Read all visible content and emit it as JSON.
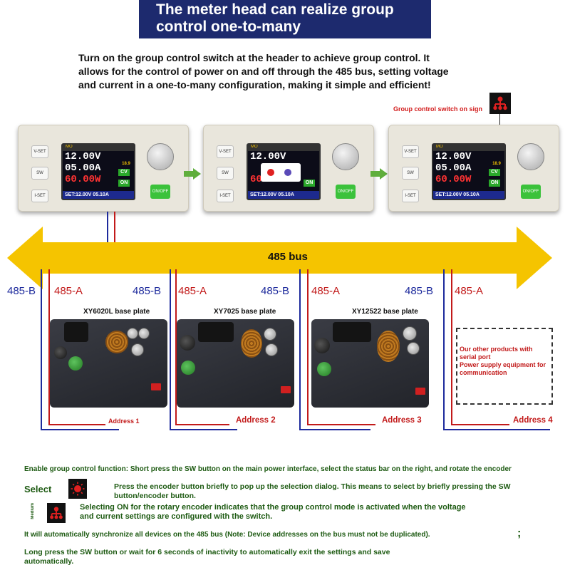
{
  "header": {
    "title_line1": "The meter head can realize group",
    "title_line2": "control one-to-many"
  },
  "intro": {
    "line1": "Turn on the group control switch at the header to achieve group control. It",
    "line2": "allows for the control of power on and off through the 485 bus, setting voltage",
    "line3": "and current in a one-to-many configuration, making it simple and efficient!"
  },
  "switch_caption": "Group control switch on sign",
  "meters": [
    {
      "buttons": [
        "V-SET",
        "SW",
        "I-SET"
      ],
      "top": "MO",
      "v": "12.00V",
      "a": "05.00A",
      "w": "60.00W",
      "cv": "CV",
      "on": "ON",
      "set": "SET:12.00V 05.10A",
      "onoff": "ON/OFF",
      "temp": "18.9"
    },
    {
      "buttons": [
        "V-SET",
        "SW",
        "I-SET"
      ],
      "top": "MO",
      "v": "12.00V",
      "a": "",
      "w": "60.00W",
      "cv": "",
      "on": "ON",
      "set": "SET:12.00V 05.10A",
      "onoff": "ON/OFF",
      "temp": ""
    },
    {
      "buttons": [
        "V-SET",
        "SW",
        "I-SET"
      ],
      "top": "MO",
      "v": "12.00V",
      "a": "05.00A",
      "w": "60.00W",
      "cv": "CV",
      "on": "ON",
      "set": "SET:12.00V 05.10A",
      "onoff": "ON/OFF",
      "temp": "18.9"
    }
  ],
  "bus": {
    "label": "485 bus",
    "b_label": "485-B",
    "a_label": "485-A"
  },
  "plates": [
    {
      "caption": "XY6020L base plate",
      "address": "Address 1"
    },
    {
      "caption": "XY7025 base plate",
      "address": "Address 2"
    },
    {
      "caption": "XY12522 base plate",
      "address": "Address 3"
    }
  ],
  "other": {
    "line1": "Our other products with",
    "line2": "serial port",
    "line3": "Power supply equipment for",
    "line4": "communication",
    "address": "Address 4"
  },
  "steps": {
    "enable": "Enable group control function: Short press the SW button on the main power interface, select the status bar on the right, and rotate the encoder",
    "select_word": "Select",
    "select_text1": "Press the encoder button briefly to pop up the selection dialog. This means to select by briefly pressing the SW",
    "select_text2": "button/encoder button.",
    "medium_word": "Medium",
    "on_text1": "Selecting ON for the rotary encoder indicates that the group control mode is activated when the voltage",
    "on_text2": "and current settings are configured with the switch.",
    "sync": "It will automatically synchronize all devices on the 485 bus (Note: Device addresses on the bus must not be duplicated).",
    "semicolon": ";",
    "exit1": "Long press the SW button or wait for 6 seconds of inactivity to automatically exit the settings and save",
    "exit2": "automatically."
  },
  "colors": {
    "title_bg": "#1d2a6e",
    "bus_yellow": "#f5c400",
    "wire_red": "#c21a1a",
    "wire_blue": "#1d2a9c",
    "step_green": "#1d5a12"
  }
}
